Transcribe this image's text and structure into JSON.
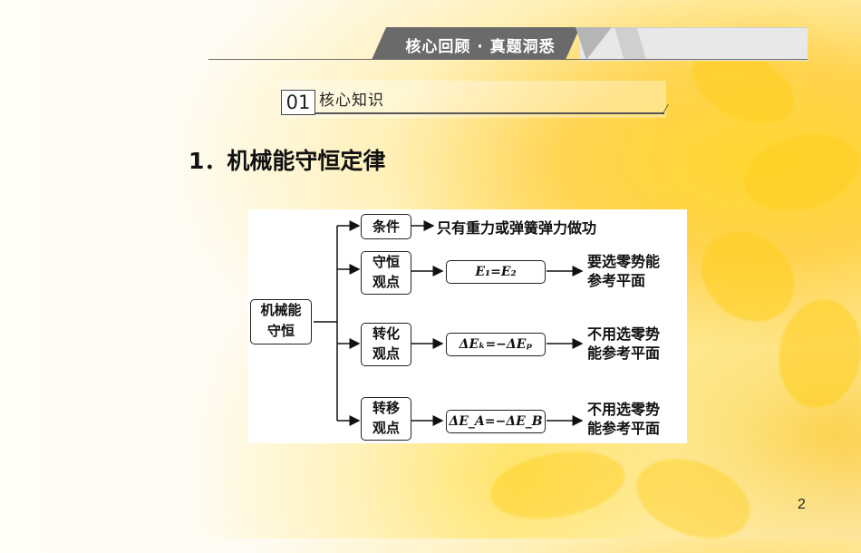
{
  "banner": {
    "title": "核心回顾 · 真题洞悉"
  },
  "section": {
    "number": "01",
    "title": "核心知识"
  },
  "heading": "1．机械能守恒定律",
  "diagram": {
    "root": {
      "line1": "机械能",
      "line2": "守恒"
    },
    "condition": {
      "label": "条件",
      "text": "只有重力或弹簧弹力做功"
    },
    "views": [
      {
        "line1": "守恒",
        "line2": "观点",
        "formula": "E₁=E₂",
        "note1": "要选零势能",
        "note2": "参考平面"
      },
      {
        "line1": "转化",
        "line2": "观点",
        "formula": "ΔEₖ=−ΔEₚ",
        "note1": "不用选零势",
        "note2": "能参考平面"
      },
      {
        "line1": "转移",
        "line2": "观点",
        "formula": "ΔE_A=−ΔE_B",
        "note1": "不用选零势",
        "note2": "能参考平面"
      }
    ]
  },
  "page_number": "2"
}
